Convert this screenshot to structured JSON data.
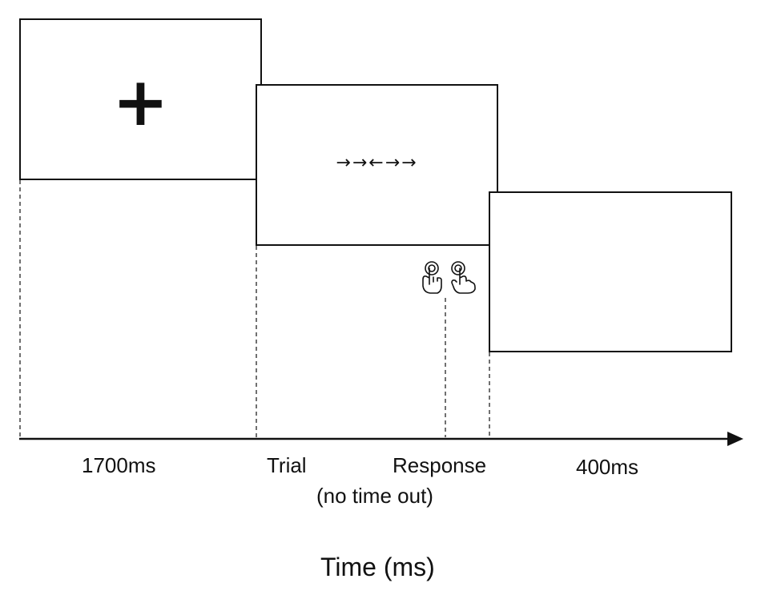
{
  "screens": {
    "fixation": {
      "symbol": "+"
    },
    "trial": {
      "stimulus": "→→←→→"
    },
    "blank": {}
  },
  "labels": {
    "fixation_duration": "1700ms",
    "trial": "Trial",
    "response": "Response",
    "response_note": "(no time out)",
    "blank_duration": "400ms"
  },
  "axis": {
    "label": "Time (ms)"
  },
  "icons": {
    "response": "hand-tap-icon"
  },
  "colors": {
    "line": "#111111",
    "background": "#ffffff"
  }
}
